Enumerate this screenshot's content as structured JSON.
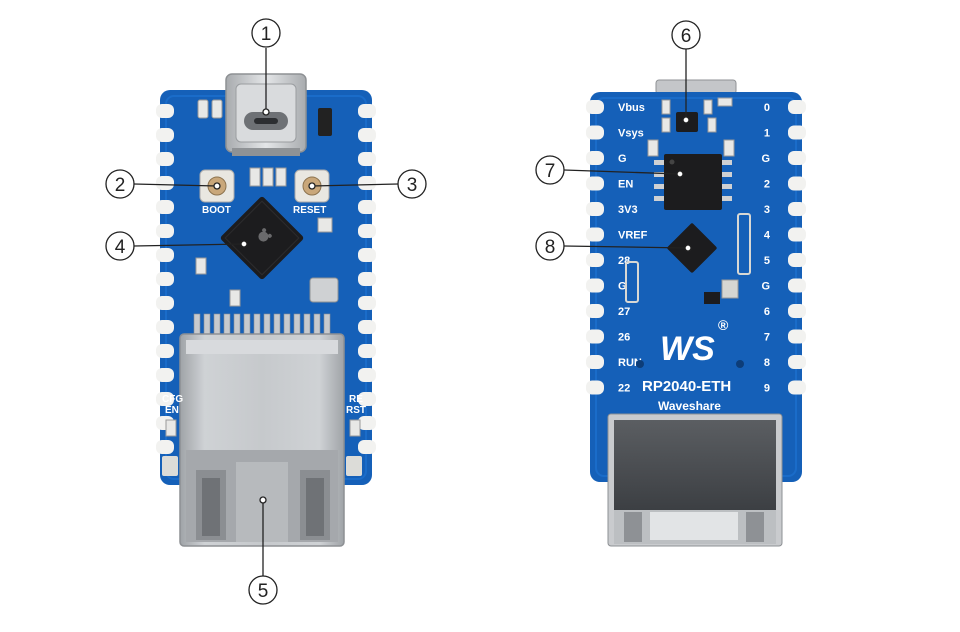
{
  "front_board": {
    "silkscreen": {
      "boot": "BOOT",
      "reset": "RESET",
      "cfg_en_1": "CFG",
      "cfg_en_2": "EN",
      "re_rst_1": "RE",
      "re_rst_2": "RST"
    }
  },
  "back_board": {
    "left_pins": [
      "Vbus",
      "Vsys",
      "G",
      "EN",
      "3V3",
      "VREF",
      "28",
      "G",
      "27",
      "26",
      "RUN",
      "22"
    ],
    "right_pins": [
      "0",
      "1",
      "G",
      "2",
      "3",
      "4",
      "5",
      "G",
      "6",
      "7",
      "8",
      "9"
    ],
    "board_name": "RP2040-ETH",
    "brand": "Waveshare",
    "logo_text": "WS",
    "registered_mark": "®"
  },
  "callouts": [
    {
      "id": "c1",
      "number": "1"
    },
    {
      "id": "c2",
      "number": "2"
    },
    {
      "id": "c3",
      "number": "3"
    },
    {
      "id": "c4",
      "number": "4"
    },
    {
      "id": "c5",
      "number": "5"
    },
    {
      "id": "c6",
      "number": "6"
    },
    {
      "id": "c7",
      "number": "7"
    },
    {
      "id": "c8",
      "number": "8"
    }
  ],
  "colors": {
    "pcb": "#1560b8",
    "pcb_dark": "#0d4a94",
    "pad": "#f2f2f0",
    "metal": "#b9bcbf",
    "chip": "#1c1c1e"
  }
}
